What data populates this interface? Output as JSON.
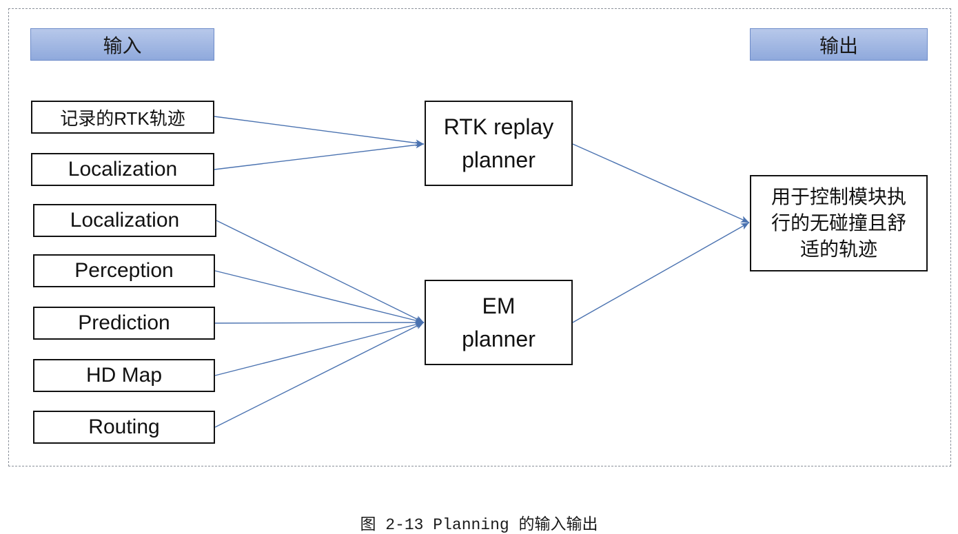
{
  "diagram": {
    "input_header": "输入",
    "output_header": "输出",
    "inputs_rtk": [
      "记录的RTK轨迹",
      "Localization"
    ],
    "inputs_em": [
      "Localization",
      "Perception",
      "Prediction",
      "HD Map",
      "Routing"
    ],
    "planners": {
      "rtk": "RTK replay planner",
      "em": "EM planner"
    },
    "output": "用于控制模块执行的无碰撞且舒适的轨迹"
  },
  "caption": "图 2-13 Planning 的输入输出",
  "colors": {
    "arrow": "#4a72b0",
    "header_top": "#b7c8ea",
    "header_bottom": "#8fa9dc",
    "header_border": "#6d8bc9",
    "frame_dash": "#8a9099",
    "box_border": "#111111"
  }
}
